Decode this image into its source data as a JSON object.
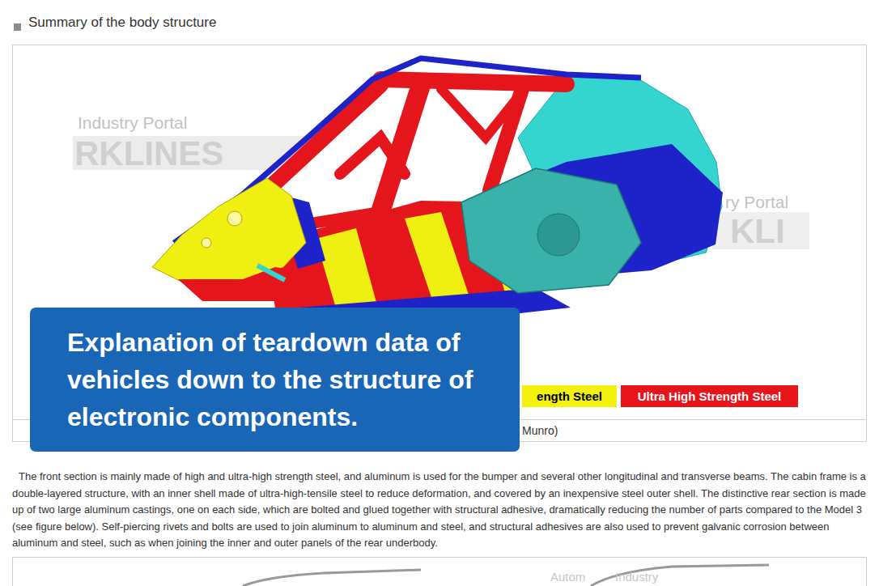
{
  "diagram": {
    "title": "Summary of the body structure",
    "caption": "Munro)",
    "nodes": [
      {
        "text": [
          "Explanation of teardown data of vehicles down to the structure of electronic components."
        ]
      }
    ],
    "labels": [
      "Industry Portal",
      "RKLINES",
      "ry Portal",
      "KLI",
      "The front section is mainly made of high and ultra-high strength steel, and aluminum is used for the bumper and several other longitudinal and transverse beams. The cabin frame is a double-layered structure, with an inner shell made of ultra-high-tensile steel to reduce deformation, and covered by an inexpensive steel outer shell. The distinctive rear section is made up of two large aluminum castings, one on each side, which are bolted and glued together with structural adhesive, dramatically reducing the number of parts compared to the Model 3 (see figure below). Self-piercing rivets and bolts are used to join aluminum to aluminum and steel, and structural adhesives are also used to prevent galvanic corrosion between aluminum and steel, such as when joining the inner and outer panels of the rear underbody.",
      "Autom",
      "Industry"
    ],
    "legend": [
      {
        "text": "ength Steel",
        "color": "#f2f20c"
      },
      {
        "text": "Ultra High Strength Steel",
        "color": "#e8141c"
      }
    ]
  }
}
